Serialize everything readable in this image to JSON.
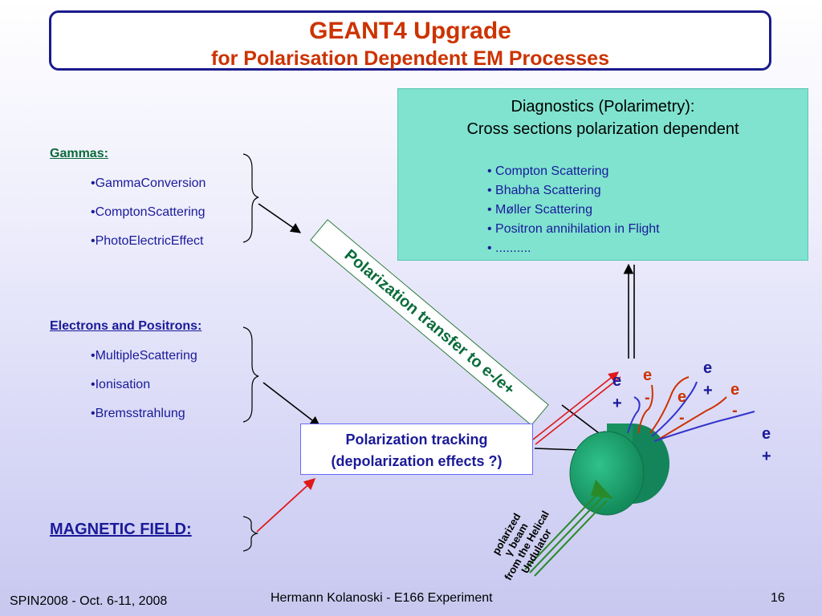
{
  "title": {
    "line1": "GEANT4 Upgrade",
    "line2": "for Polarisation Dependent EM Processes"
  },
  "diagnostics": {
    "heading1": "Diagnostics (Polarimetry):",
    "heading2": "Cross sections polarization dependent",
    "items": [
      "• Compton Scattering",
      "• Bhabha Scattering",
      "• Møller Scattering",
      "• Positron annihilation in Flight",
      "• .........."
    ]
  },
  "gammas": {
    "heading": "Gammas:",
    "items": [
      "•GammaConversion",
      "•ComptonScattering",
      "•PhotoElectricEffect"
    ]
  },
  "electrons": {
    "heading": "Electrons and Positrons:",
    "items": [
      "•MultipleScattering",
      "•Ionisation",
      "•Bremsstrahlung"
    ]
  },
  "magnetic": {
    "heading": "MAGNETIC FIELD:"
  },
  "transfer_label": "Polarization transfer to e-/e+",
  "tracking": {
    "line1": "Polarization tracking",
    "line2": "(depolarization effects ?)"
  },
  "particles": {
    "p1": {
      "top": "e",
      "bottom": "+"
    },
    "p2": {
      "top": "e",
      "bottom": "-"
    },
    "p3": {
      "top": "e",
      "bottom": "-"
    },
    "p4": {
      "top": "e",
      "bottom": "+"
    },
    "p5": {
      "top": "e",
      "bottom": "-"
    },
    "p6": {
      "top": "e",
      "bottom": "+"
    }
  },
  "beam_label": {
    "line1": "polarized",
    "line2": "γ beam",
    "line3": "from the Helical",
    "line4": "Undulator"
  },
  "footer": {
    "left": "SPIN2008 - Oct. 6-11, 2008",
    "center": "Hermann Kolanoski - E166 Experiment",
    "page": "16"
  },
  "colors": {
    "title": "#cc3300",
    "diagnostics_box": "#7fe3cf",
    "target": "#1a9e6e",
    "beam_arrow": "#2a8a2a",
    "positron_track": "#3333cc",
    "electron_track": "#cc3300"
  }
}
